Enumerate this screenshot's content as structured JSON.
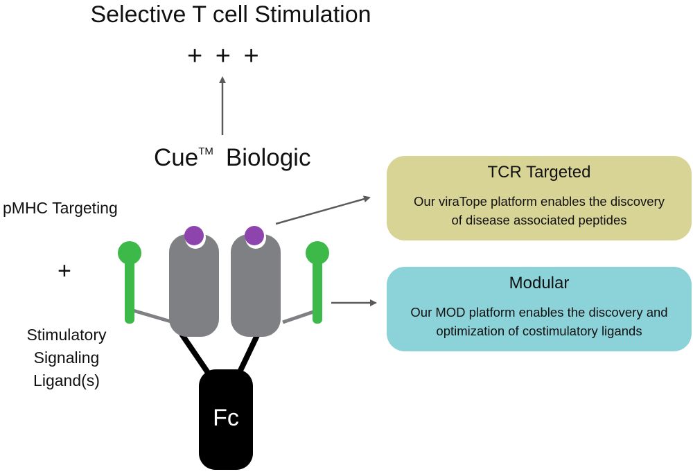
{
  "title": "Selective T cell Stimulation",
  "plusses": "+ + +",
  "biologic": {
    "name": "Cue",
    "trademark": "TM",
    "suffix": "Biologic"
  },
  "left_labels": {
    "pmhc": "pMHC Targeting",
    "plus": "+",
    "stimulatory": "Stimulatory Signaling Ligand(s)"
  },
  "fc_label": "Fc",
  "cards": [
    {
      "title": "TCR Targeted",
      "body": "Our viraTope platform enables the discovery of disease associated peptides",
      "color": "#d8d496"
    },
    {
      "title": "Modular",
      "body": "Our MOD platform enables the discovery and optimization of costimulatory ligands",
      "color": "#8bd2d9"
    }
  ],
  "colors": {
    "ligand_green": "#3db94a",
    "peptide_purple": "#8e44ad",
    "domain_gray": "#7f8083",
    "fc_black": "#000000",
    "arrow_gray": "#5a5a5a"
  }
}
